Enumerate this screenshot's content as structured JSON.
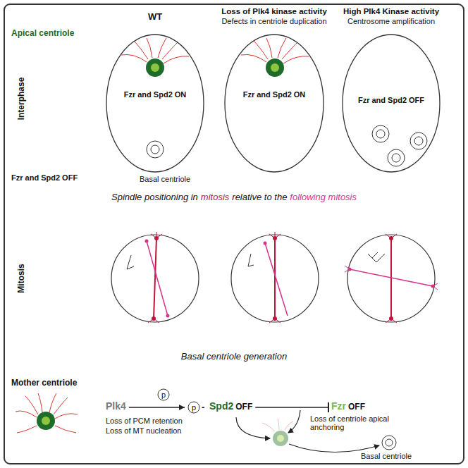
{
  "diagram": {
    "nodes": [
      {
        "text": [
          "WT",
          "Fzr and Spd2 ON"
        ]
      },
      {
        "text": [
          "Loss of Plk4 kinase activity",
          "Defects in centriole duplication",
          "Fzr and Spd2 ON"
        ]
      },
      {
        "text": [
          "High Plk4 Kinase activity",
          "Centrosome amplification",
          "Fzr and Spd2 OFF"
        ]
      },
      {
        "text": [
          "p"
        ]
      },
      {
        "text": [
          "p"
        ]
      },
      {
        "text": [
          "Plk4"
        ]
      },
      {
        "text": [
          "Spd2",
          "OFF"
        ]
      },
      {
        "text": [
          "Fzr",
          "OFF"
        ]
      }
    ],
    "edges": [
      {
        "from": 5,
        "to": 4,
        "arrow": "to"
      },
      {
        "from": 6,
        "to": 7,
        "arrow": "to"
      }
    ],
    "labels": [
      "Apical centriole",
      "Interphase",
      "Fzr and Spd2 OFF",
      "Basal centriole",
      "Spindle positioning in",
      "mitosis",
      "relative to the",
      "following mitosis",
      "Mitosis",
      "Basal centriole generation",
      "Mother centriole",
      "-",
      "Loss of PCM retention",
      "Loss of MT nucleation",
      "Loss of centriole apical anchoring",
      "Basal centriole"
    ]
  }
}
